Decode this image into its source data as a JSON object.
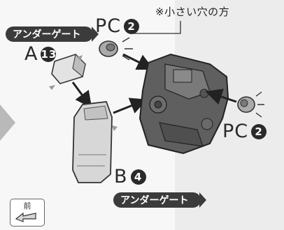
{
  "note": "※小さい穴の方",
  "labels": {
    "under_gate_top": "アンダーゲート",
    "under_gate_bottom": "アンダーゲート",
    "pc_top_letter": "PC",
    "pc_top_number": "2",
    "part_a_letter": "A",
    "part_a_number": "13",
    "pc_right_letter": "PC",
    "pc_right_number": "2",
    "part_b_letter": "B",
    "part_b_number": "4"
  },
  "nav": {
    "label": "前"
  },
  "colors": {
    "pill": "#3b3b3b",
    "part_dark": "#5a5a5a",
    "part_light": "#d9d9d9",
    "arrow": "#222222"
  }
}
